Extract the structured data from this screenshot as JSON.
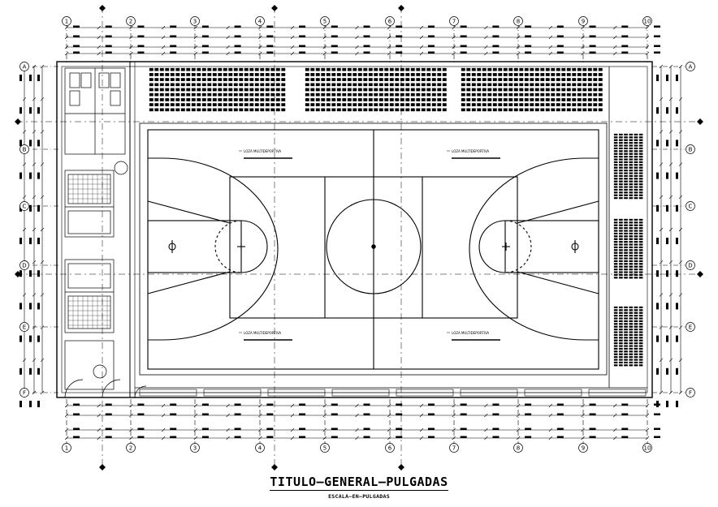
{
  "title": "TITULO–GENERAL–PULGADAS",
  "subtitle": "ESCALA–EN–PULGADAS",
  "court_label": "LOZA MULTIDEPORTIVA",
  "axes_columns": [
    "1",
    "2",
    "3",
    "4",
    "5",
    "6",
    "7",
    "8",
    "9",
    "10"
  ],
  "axes_rows": [
    "A",
    "B",
    "C",
    "D",
    "E",
    "F"
  ],
  "colors": {
    "line": "#000000",
    "background": "#ffffff"
  }
}
